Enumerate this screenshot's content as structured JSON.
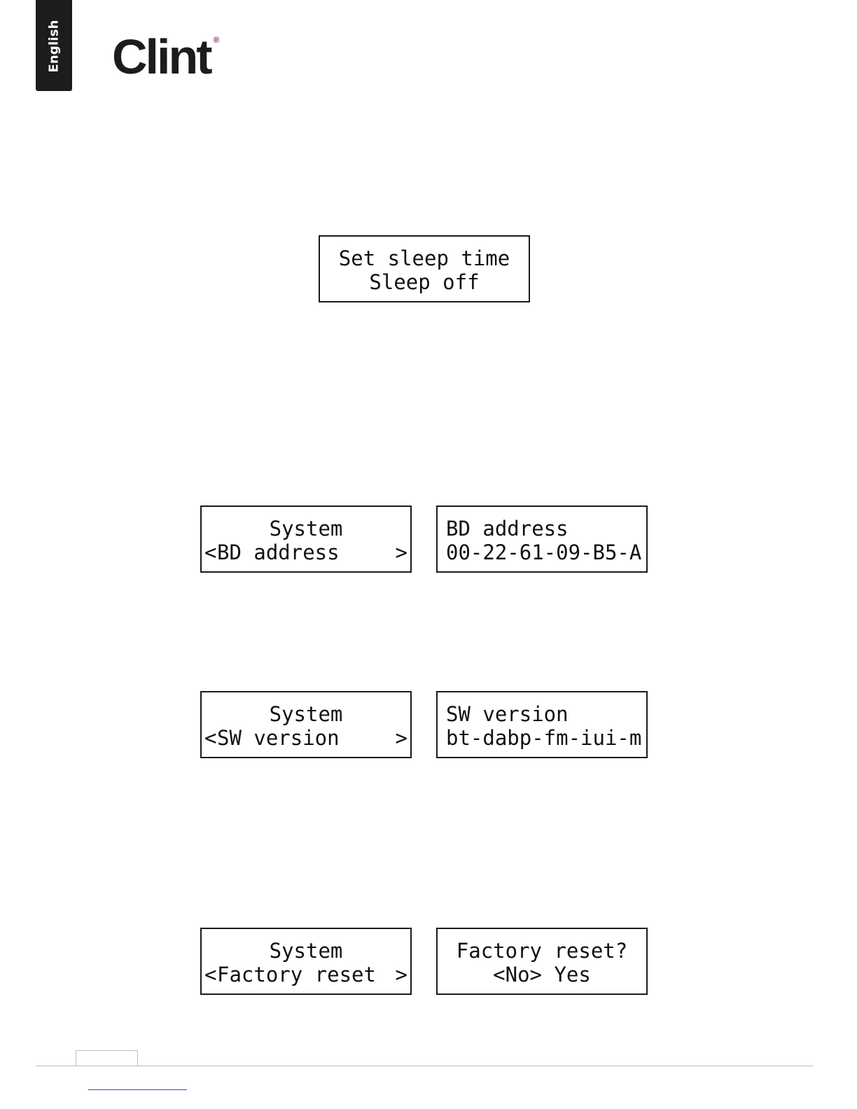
{
  "header": {
    "language_tab": "English",
    "brand": "Clint",
    "brand_mark": "®"
  },
  "screens": {
    "sleep": {
      "line1": "Set sleep time",
      "line2": "Sleep off"
    },
    "bd_menu": {
      "line1": "System",
      "item": "BD address",
      "prev": "<",
      "next": ">"
    },
    "bd_value": {
      "line1": "BD address",
      "line2": "00-22-61-09-B5-A"
    },
    "sw_menu": {
      "line1": "System",
      "item": "SW version",
      "prev": "<",
      "next": ">"
    },
    "sw_value": {
      "line1": "SW version",
      "line2": "bt-dabp-fm-iui-m"
    },
    "reset_menu": {
      "line1": "System",
      "item": "Factory reset",
      "prev": "<",
      "next": ">"
    },
    "reset_confirm": {
      "line1": "Factory reset?",
      "line2": "<No> Yes"
    }
  }
}
